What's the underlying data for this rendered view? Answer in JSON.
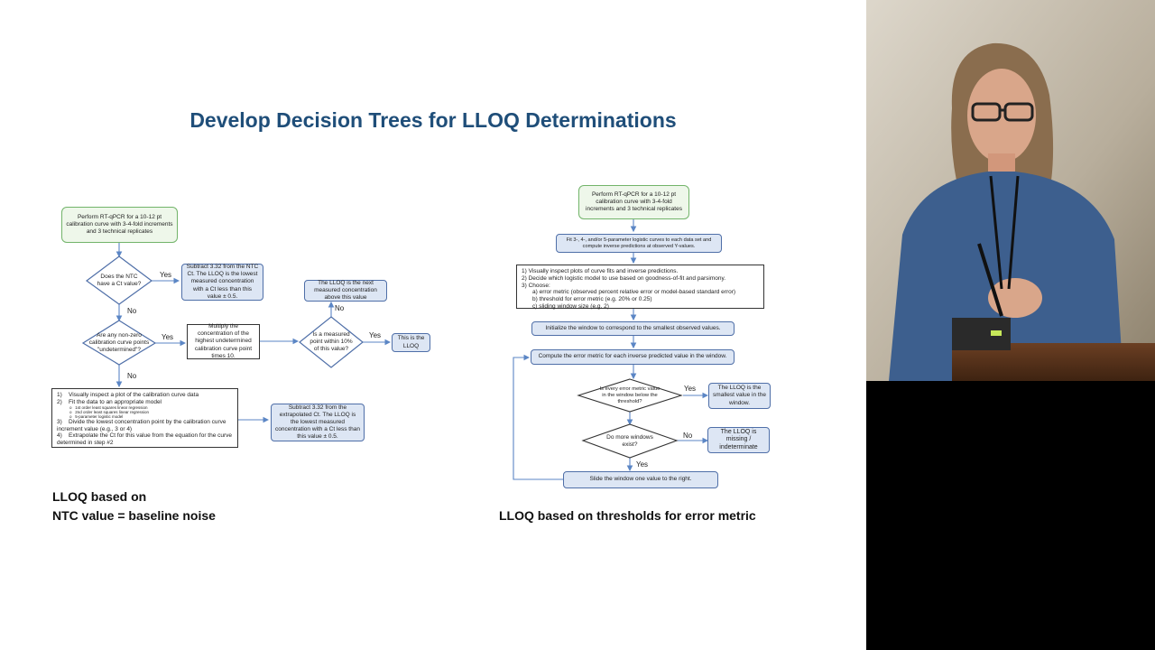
{
  "slide": {
    "title": "Develop Decision Trees for LLOQ Determinations",
    "caption_left_line1": "LLOQ based on",
    "caption_left_line2": "NTC value = baseline noise",
    "caption_right": "LLOQ based on thresholds for error metric"
  },
  "tree1": {
    "start": "Perform RT-qPCR for a 10-12 pt calibration curve with 3-4-fold increments and 3 technical replicates",
    "q_ntc": "Does the NTC have a Ct value?",
    "yes1": "Yes",
    "r_ntc": "Subtract 3.32 from the NTC Ct. The LLOQ is the lowest measured concentration with a Ct less than this value ± 0.5.",
    "no1": "No",
    "q_undet": "Are any non-zero calibration curve points \"undetermined\"?",
    "yes2": "Yes",
    "r_multiply": "Multiply the concentration of the highest undetermined calibration curve point times 10.",
    "q_within": "Is a measured point within 10% of this value?",
    "yes3": "Yes",
    "r_this": "This is the LLOQ",
    "no3": "No",
    "r_next": "The LLOQ is the next measured concentration above this value",
    "no2": "No",
    "steps_1": "Visually inspect a plot of the calibration curve data",
    "steps_2": "Fit the data to an appropriate model",
    "steps_2a": "1st order least squares linear regression",
    "steps_2b": "2nd order least squares linear regression",
    "steps_2c": "5-parameter logistic model",
    "steps_3": "Divide the lowest concentration point by the calibration curve increment value (e.g., 3 or 4)",
    "steps_4": "Extrapolate the Ct for this value from the equation for the curve determined in step #2",
    "r_extrap": "Subtract 3.32 from the extrapolated Ct. The LLOQ is the lowest measured concentration with a Ct less than this value ± 0.5."
  },
  "tree2": {
    "start": "Perform RT-qPCR for a 10-12 pt calibration curve with 3-4-fold increments and 3 technical replicates",
    "fit": "Fit 3-, 4-, and/or 5-parameter logistic curves to each data set and compute inverse predictions at observed Y-values.",
    "inspect_1": "1)  Visually inspect plots of curve fits and inverse predictions.",
    "inspect_2": "2)  Decide which logistic model to use based on goodness-of-fit and parsimony.",
    "inspect_3": "3)  Choose:",
    "inspect_3a": "a) error metric (observed percent relative error or model-based standard error)",
    "inspect_3b": "b) threshold for error metric (e.g. 20% or 0.25)",
    "inspect_3c": "c) sliding window size (e.g. 2)",
    "init": "Initialize the window to correspond to the smallest observed values.",
    "compute": "Compute the error metric for each inverse predicted value in the window.",
    "q_below": "Is every error metric value in the window below the threshold?",
    "yes1": "Yes",
    "r_smallest": "The LLOQ is the smallest value in the window.",
    "q_more": "Do more windows exist?",
    "no1": "No",
    "r_missing": "The LLOQ is missing / indeterminate",
    "yes2": "Yes",
    "slide": "Slide the window one value to the right."
  },
  "colors": {
    "title": "#1f4e79",
    "start_border": "#72b46a",
    "box_border": "#4f6fa8",
    "box_fill": "#dde6f4",
    "arrow": "#5b86c5"
  }
}
